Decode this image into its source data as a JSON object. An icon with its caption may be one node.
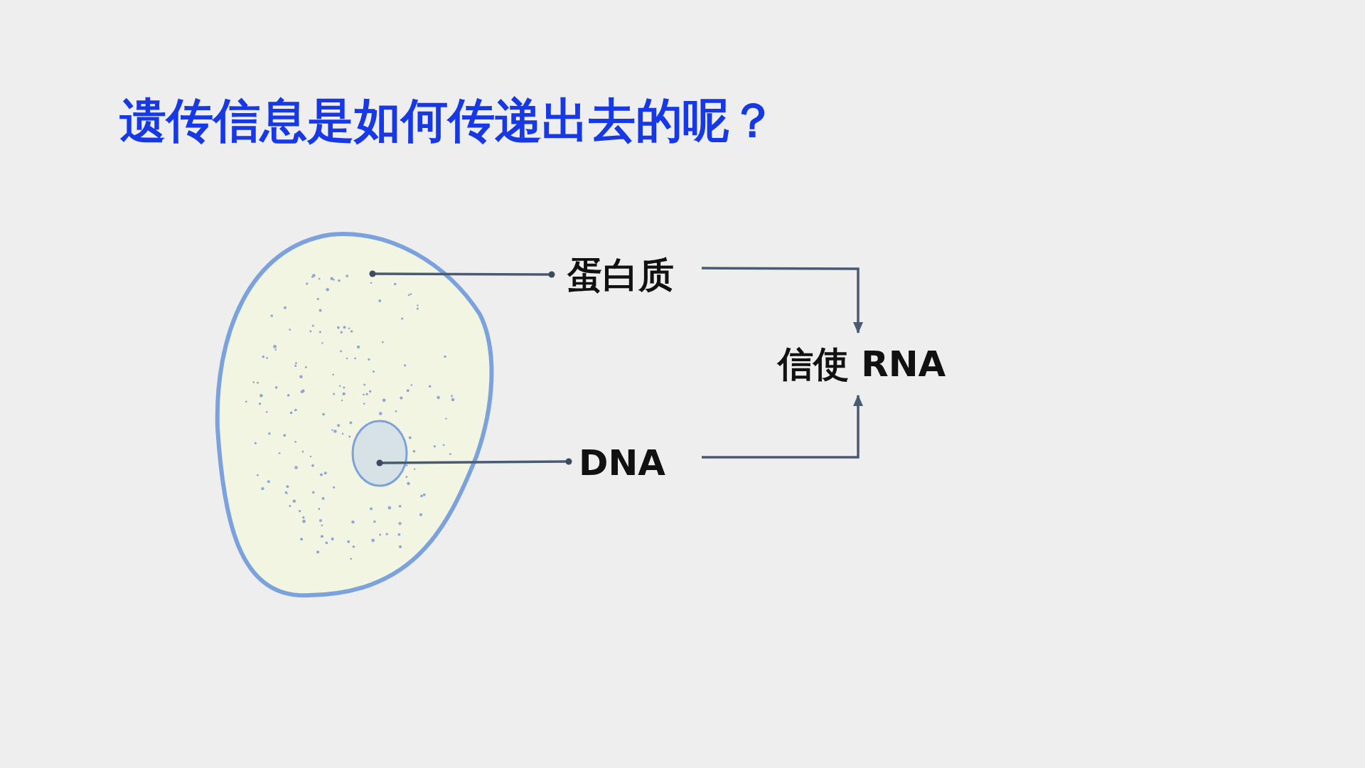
{
  "diagram": {
    "title": "遗传信息是如何传递出去的呢？",
    "nodes": [
      {
        "text": [],
        "shape": "picture"
      },
      {
        "text": [],
        "shape": "circle",
        "in": 0
      },
      {
        "text": [
          "蛋白质"
        ]
      },
      {
        "text": [
          "DNA"
        ]
      },
      {
        "text": [
          "信使 RNA"
        ]
      }
    ],
    "edges": [
      {
        "from": 2,
        "to": 0,
        "arrow": "other"
      },
      {
        "from": 3,
        "to": 1,
        "arrow": "other"
      },
      {
        "from": 2,
        "to": 4,
        "arrow": "to"
      },
      {
        "from": 3,
        "to": 4,
        "arrow": "to"
      }
    ]
  }
}
